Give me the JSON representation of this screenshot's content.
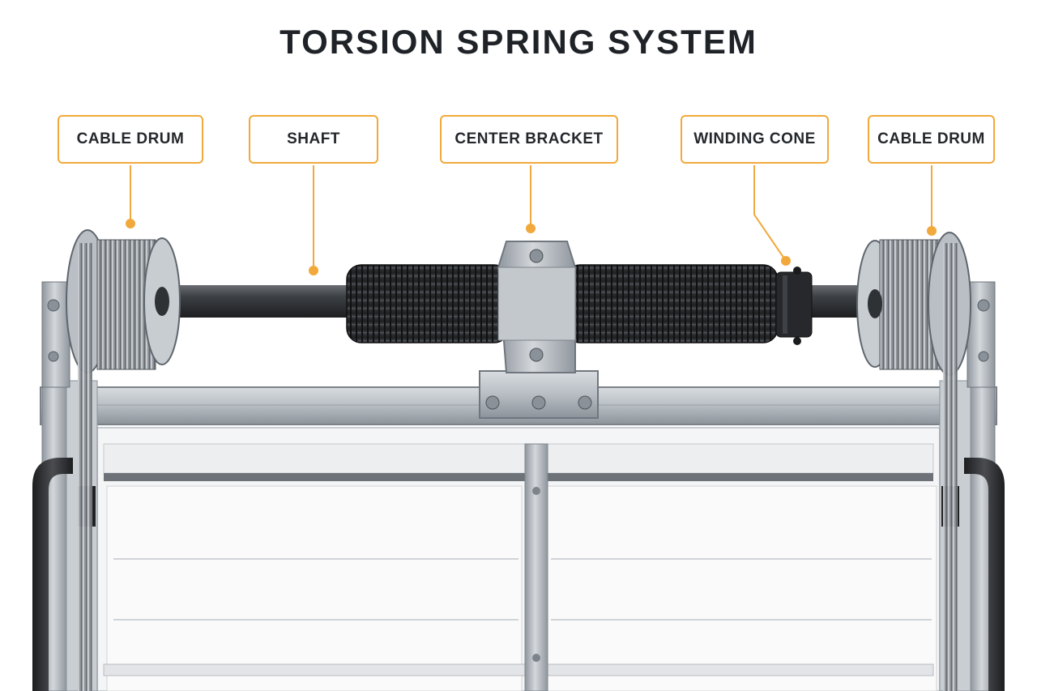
{
  "title": "TORSION SPRING SYSTEM",
  "callouts": [
    {
      "label": "CABLE DRUM"
    },
    {
      "label": "SHAFT"
    },
    {
      "label": "CENTER BRACKET"
    },
    {
      "label": "WINDING CONE"
    },
    {
      "label": "CABLE DRUM"
    }
  ],
  "colors": {
    "accent": "#f2a93b",
    "title_text": "#1f2328",
    "spring": "#2b2d30",
    "steel": "#a9b0b7",
    "shaft": "#3a3d41",
    "door_panel": "#f5f6f7"
  }
}
